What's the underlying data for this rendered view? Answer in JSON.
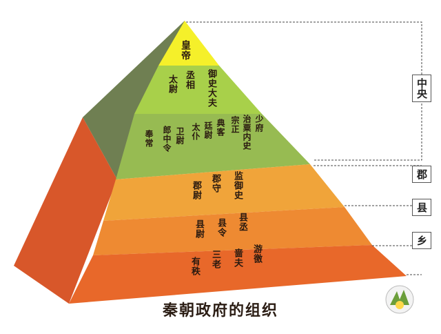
{
  "title": "秦朝政府的组织",
  "colors": {
    "tier_emperor": "#f5f02a",
    "tier_minister": "#a8d04a",
    "tier_nine": "#97bb52",
    "tier_jun": "#f0a43a",
    "tier_xian": "#ee8a32",
    "tier_xiang": "#e8682a",
    "shadow_upper": "#6f7f52",
    "shadow_lower": "#d8572a",
    "bracket": "#444444"
  },
  "tiers": [
    {
      "id": "emperor",
      "titles": [
        "皇帝"
      ]
    },
    {
      "id": "ministers",
      "titles": [
        "太尉",
        "丞相",
        "御史大夫"
      ]
    },
    {
      "id": "nine-ministers",
      "titles": [
        "奉常",
        "郎中令",
        "卫尉",
        "太仆",
        "廷尉",
        "典客",
        "宗正",
        "治粟内史",
        "少府"
      ]
    },
    {
      "id": "jun",
      "titles": [
        "郡尉",
        "郡守",
        "监御史"
      ]
    },
    {
      "id": "xian",
      "titles": [
        "县尉",
        "县令",
        "县丞"
      ]
    },
    {
      "id": "xiang",
      "titles": [
        "有秩",
        "三老",
        "啬夫",
        "游徼"
      ]
    }
  ],
  "levels": [
    {
      "id": "central",
      "label": "中央"
    },
    {
      "id": "jun",
      "label": "郡"
    },
    {
      "id": "xian",
      "label": "县"
    },
    {
      "id": "xiang",
      "label": "乡"
    }
  ]
}
